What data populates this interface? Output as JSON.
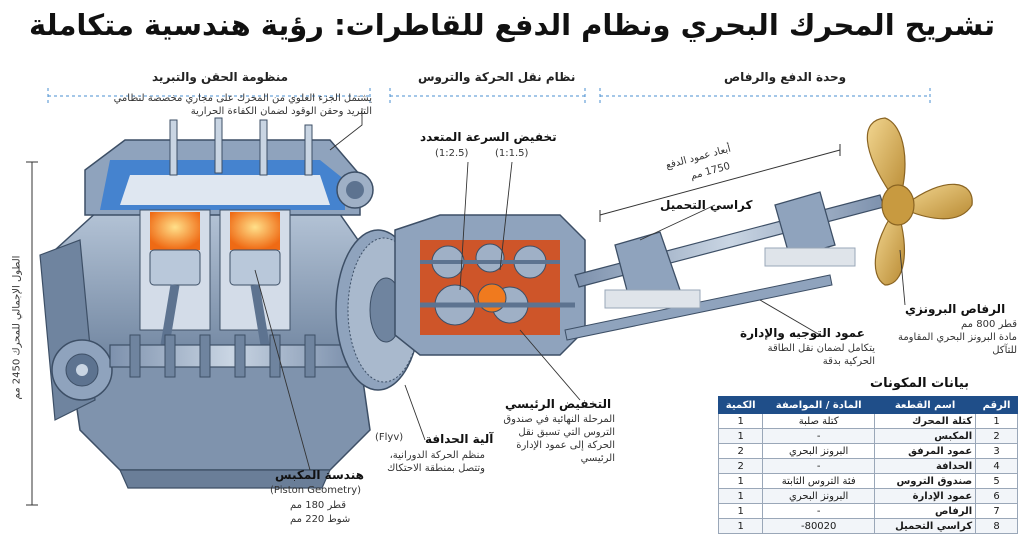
{
  "title": "تشريح المحرك البحري ونظام الدفع للقاطرات: رؤية هندسية متكاملة",
  "sections": {
    "injection": "منظومة الحقن والتبريد",
    "transmission": "نظام نقل الحركة والتروس",
    "propulsion": "وحدة الدفع والرفاص"
  },
  "labels": {
    "injection_desc": "يشتمل الجزء العلوي من المحرك على مجاري مخصصة لنظامي التبريد وحقن الوقود لضمان الكفاءة الحرارية",
    "multi_speed": "تخفيض السرعة المتعدد",
    "ratio1": "(1:2.5)",
    "ratio2": "(1:1.5)",
    "shaft_dim": "أبعاد عمود الدفع",
    "shaft_len": "1750 مم",
    "bearing": "كراسي التحميل",
    "total_length": "الطول الإجمالي للمحرك 2450 مم",
    "propeller_title": "الرفاص البرونزي",
    "propeller_d": "قطر 800 مم",
    "propeller_desc": "مادة البرونز البحري المقاومة للتآكل",
    "steering_title": "عمود التوجيه والإدارة",
    "steering_desc": "يتكامل لضمان نقل الطاقة الحركية بدقة",
    "main_red_title": "التخفيض الرئيسي",
    "main_red_desc": "المرحلة النهائية في صندوق التروس التي تسبق نقل الحركة إلى عمود الإدارة الرئيسي",
    "flywheel_tag": "(Flyv)",
    "flywheel_title": "آلية الحدافة",
    "flywheel_desc": "منظم الحركة الدورانية، وتتصل بمنطقة الاحتكاك",
    "piston_title": "هندسة المكبس",
    "piston_en": "(Piston Geometry)",
    "piston_d": "قطر 180 مم",
    "piston_s": "شوط 220 مم"
  },
  "table": {
    "title": "بيانات المكونات",
    "headers": [
      "الرقم",
      "اسم القطعة",
      "المادة / المواصفة",
      "الكمية"
    ],
    "rows": [
      [
        "1",
        "كتلة المحرك",
        "كتلة صلبة",
        "1"
      ],
      [
        "2",
        "المكبس",
        "-",
        "1"
      ],
      [
        "3",
        "عمود المرفق",
        "البرونز البحري",
        "2"
      ],
      [
        "4",
        "الحدافة",
        "-",
        "2"
      ],
      [
        "5",
        "صندوق التروس",
        "فئة التروس الثابتة",
        "1"
      ],
      [
        "6",
        "عمود الإدارة",
        "البرونز البحري",
        "1"
      ],
      [
        "7",
        "الرفاص",
        "-",
        "1"
      ],
      [
        "8",
        "كراسي التحميل",
        "80020-",
        "1"
      ]
    ]
  },
  "colors": {
    "steel": "#8fa3bd",
    "steel_dark": "#5d7390",
    "cooling": "#3d7fd0",
    "combustion": "#f07a1e",
    "bronze": "#d7b25b",
    "table_header": "#1f4e89"
  }
}
